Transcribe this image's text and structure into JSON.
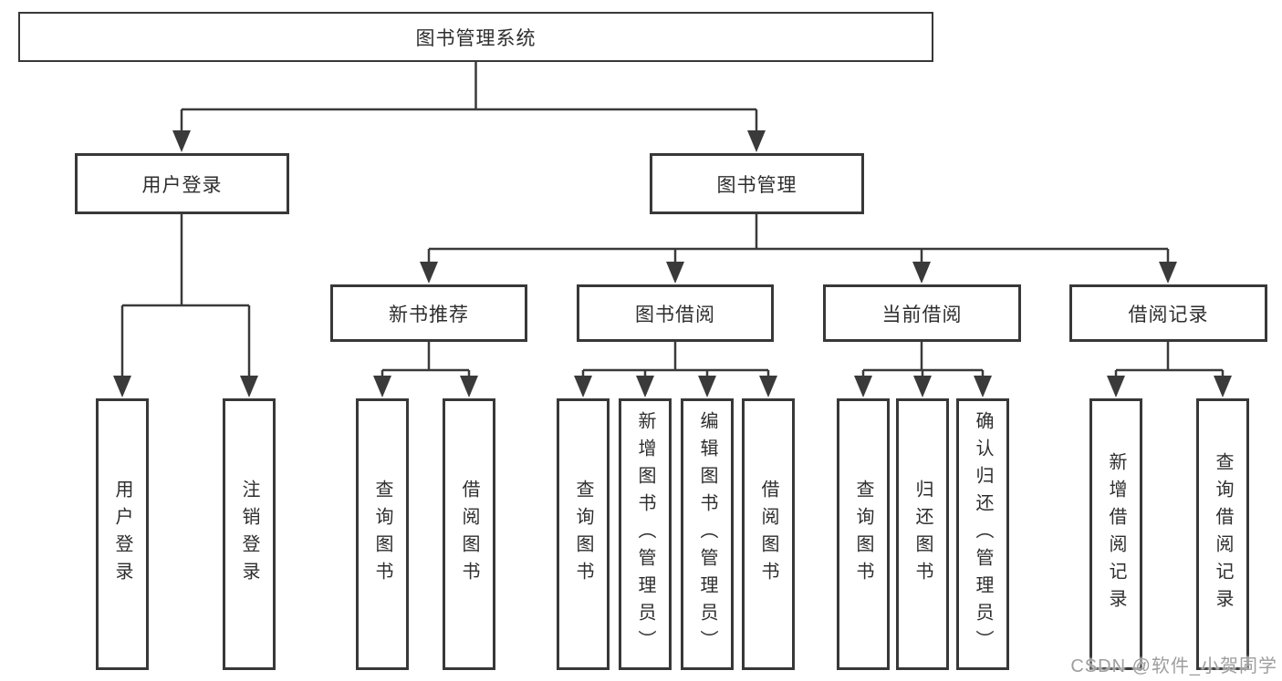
{
  "diagram": {
    "root": "图书管理系统",
    "level1": [
      "用户登录",
      "图书管理"
    ],
    "level2": [
      "新书推荐",
      "图书借阅",
      "当前借阅",
      "借阅记录"
    ],
    "leaves_user_login": [
      "用户登录",
      "注销登录"
    ],
    "leaves_new_book": [
      "查询图书",
      "借阅图书"
    ],
    "leaves_book_borrow": [
      "查询图书",
      "新增图书（管理员）",
      "编辑图书（管理员）",
      "借阅图书"
    ],
    "leaves_current_borrow": [
      "查询图书",
      "归还图书",
      "确认归还（管理员）"
    ],
    "leaves_borrow_record": [
      "新增借阅记录",
      "查询借阅记录"
    ]
  },
  "watermark": "CSDN @软件_小贺同学",
  "colors": {
    "line": "#3a3a3a",
    "box_border": "#383838",
    "text": "#2e2e2e",
    "watermark": "#9e9e9e",
    "background": "#ffffff"
  }
}
